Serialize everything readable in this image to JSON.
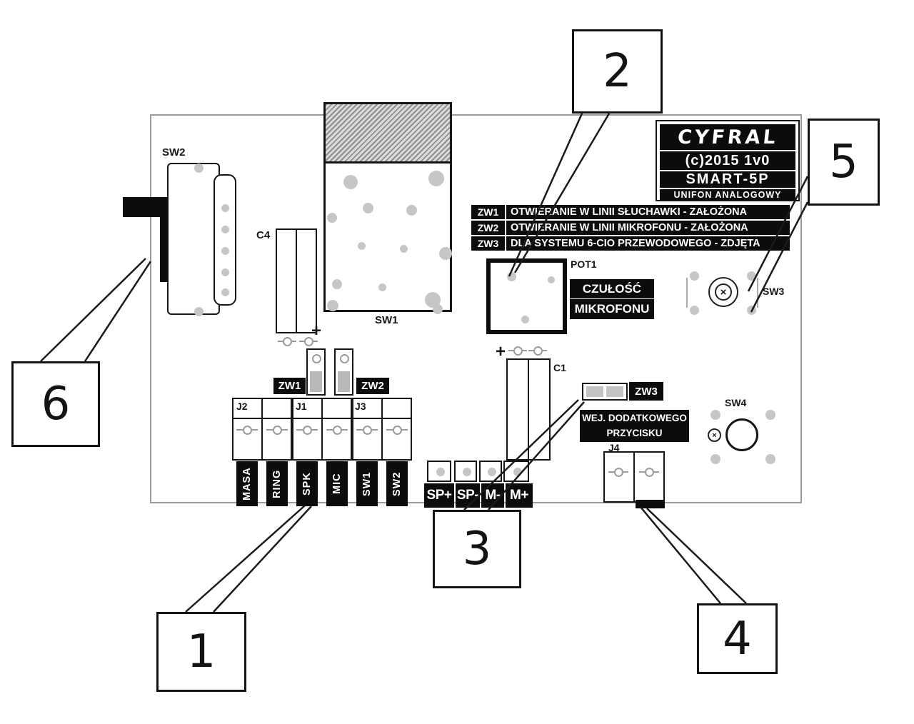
{
  "brand": {
    "logo": "CYFRAL",
    "version": "(c)2015 1v0",
    "model": "SMART-5P",
    "subtitle": "UNIFON ANALOGOWY"
  },
  "legend": [
    {
      "key": "ZW1",
      "text": "OTWIERANIE W LINII SŁUCHAWKI - ZAŁOŻONA"
    },
    {
      "key": "ZW2",
      "text": "OTWIERANIE W LINII MIKROFONU - ZAŁOŻONA"
    },
    {
      "key": "ZW3",
      "text": "DLA SYSTEMU 6-CIO PRZEWODOWEGO - ZDJĘTA"
    }
  ],
  "refs": {
    "sw1": "SW1",
    "sw2": "SW2",
    "sw3": "SW3",
    "sw4": "SW4",
    "c1": "C1",
    "c4": "C4",
    "pot1": "POT1",
    "j1": "J1",
    "j2": "J2",
    "j3": "J3",
    "j4": "J4",
    "zw1": "ZW1",
    "zw2": "ZW2",
    "zw3": "ZW3"
  },
  "symbols": {
    "plus": "+",
    "cross": "×"
  },
  "labels": {
    "mic_sensitivity": [
      "CZUŁOŚĆ",
      "MIKROFONU"
    ],
    "extra_button": [
      "WEJ. DODATKOWEGO",
      "PRZYCISKU"
    ]
  },
  "terminals": [
    "MASA",
    "RING",
    "SPK",
    "MIC",
    "SW1",
    "SW2"
  ],
  "pads": [
    "SP+",
    "SP-",
    "M-",
    "M+"
  ],
  "callouts": {
    "n1": "1",
    "n2": "2",
    "n3": "3",
    "n4": "4",
    "n5": "5",
    "n6": "6"
  }
}
